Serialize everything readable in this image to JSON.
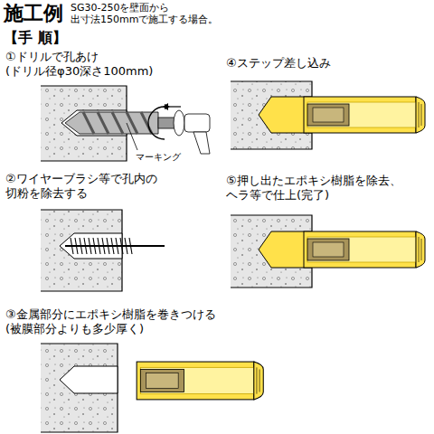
{
  "diagram": {
    "title": "施工例",
    "labels": [
      "SG30-250を壁面から 出寸法150mmで施工する場合。",
      "【手 順】",
      "①ドリルで孔あけ (ドリル径φ30深さ100mm)",
      "マーキング",
      "②ワイヤーブラシ等で孔内の 切粉を除去する",
      "③金属部分にエポキシ樹脂を巻きつける (被膜部分よりも多少厚く)",
      "④ステップ差し込み",
      "⑤押し出たエポキシ樹脂を除去、 ヘラ等で仕上(完了)"
    ]
  }
}
